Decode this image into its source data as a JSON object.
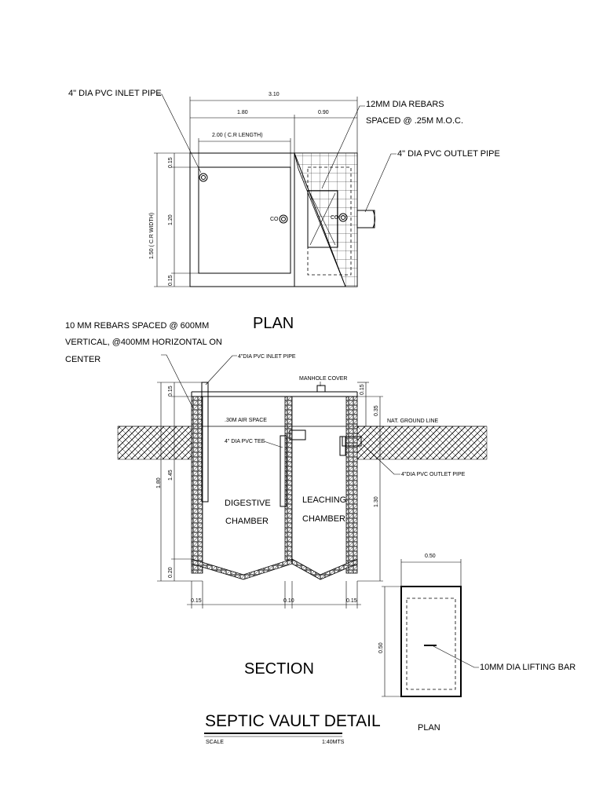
{
  "plan_top": {
    "title": "PLAN",
    "labels": {
      "inlet_pipe": "4\" DIA PVC INLET PIPE",
      "rebars_line1": "12MM DIA REBARS",
      "rebars_line2": "SPACED @ .25M M.O.C.",
      "outlet_pipe": "4\" DIA PVC OUTLET PIPE",
      "co1": "CO",
      "co2": "CO"
    },
    "dims": {
      "overall": "3.10",
      "left": "1.80",
      "right": "0.90",
      "cr_length": "2.00 ( C.R LENGTH)",
      "width": "1.50 ( C.R WIDTH)",
      "top": "0.15",
      "mid": "1.20",
      "bottom": "0.15"
    }
  },
  "section": {
    "title": "SECTION",
    "labels": {
      "rebars_line1": "10 MM REBARS SPACED @ 600MM",
      "rebars_line2": "VERTICAL, @400MM HORIZONTAL ON",
      "rebars_line3": "CENTER",
      "inlet_pipe": "4\"DIA PVC INLET PIPE",
      "manhole": "MANHOLE COVER",
      "air_space": ".30M AIR SPACE",
      "tee": "4\" DIA PVC TEE",
      "ground": "NAT. GROUND LINE",
      "outlet_pipe": "4\"DIA PVC OUTLET PIPE",
      "digestive1": "DIGESTIVE",
      "digestive2": "CHAMBER",
      "leaching1": "LEACHING",
      "leaching2": "CHAMBER"
    },
    "dims": {
      "left_top": "0.15",
      "left_total": "1.80",
      "left_mid": "1.45",
      "left_bottom": "0.20",
      "right_top": "0.15",
      "right_air": "0.35",
      "right_mid": "1.30",
      "bottom_left": "0.15",
      "bottom_mid": "0.10",
      "bottom_right": "0.15"
    }
  },
  "cover_plan": {
    "title": "PLAN",
    "dim_w": "0.50",
    "dim_h": "0.50",
    "lifting_bar": "10MM DIA LIFTING BAR"
  },
  "title_block": {
    "title": "SEPTIC VAULT DETAIL",
    "scale_label": "SCALE",
    "scale_value": "1:40MTS"
  }
}
